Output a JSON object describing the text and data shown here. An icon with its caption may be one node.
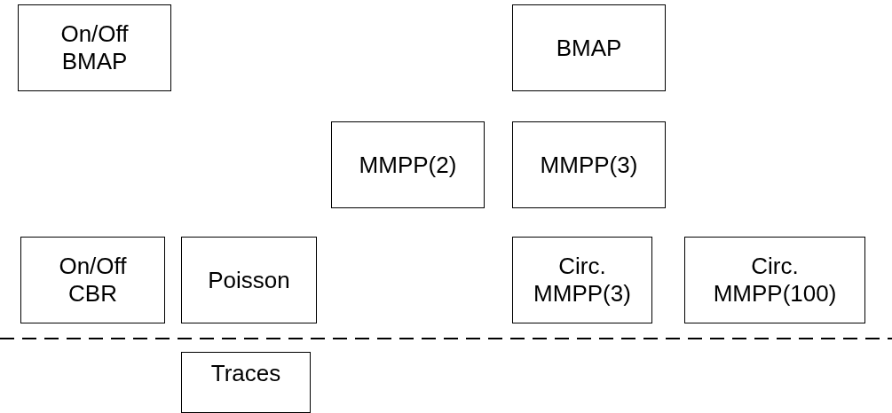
{
  "diagram": {
    "nodes": [
      {
        "text": [
          "On/Off BMAP"
        ]
      },
      {
        "text": [
          "BMAP"
        ]
      },
      {
        "text": [
          "MMPP(2)"
        ]
      },
      {
        "text": [
          "MMPP(3)"
        ]
      },
      {
        "text": [
          "On/Off CBR"
        ]
      },
      {
        "text": [
          "Poisson"
        ]
      },
      {
        "text": [
          "Circ. MMPP(3)"
        ]
      },
      {
        "text": [
          "Circ. MMPP(100)"
        ]
      },
      {
        "text": [
          "Traces"
        ]
      }
    ],
    "edges": []
  }
}
